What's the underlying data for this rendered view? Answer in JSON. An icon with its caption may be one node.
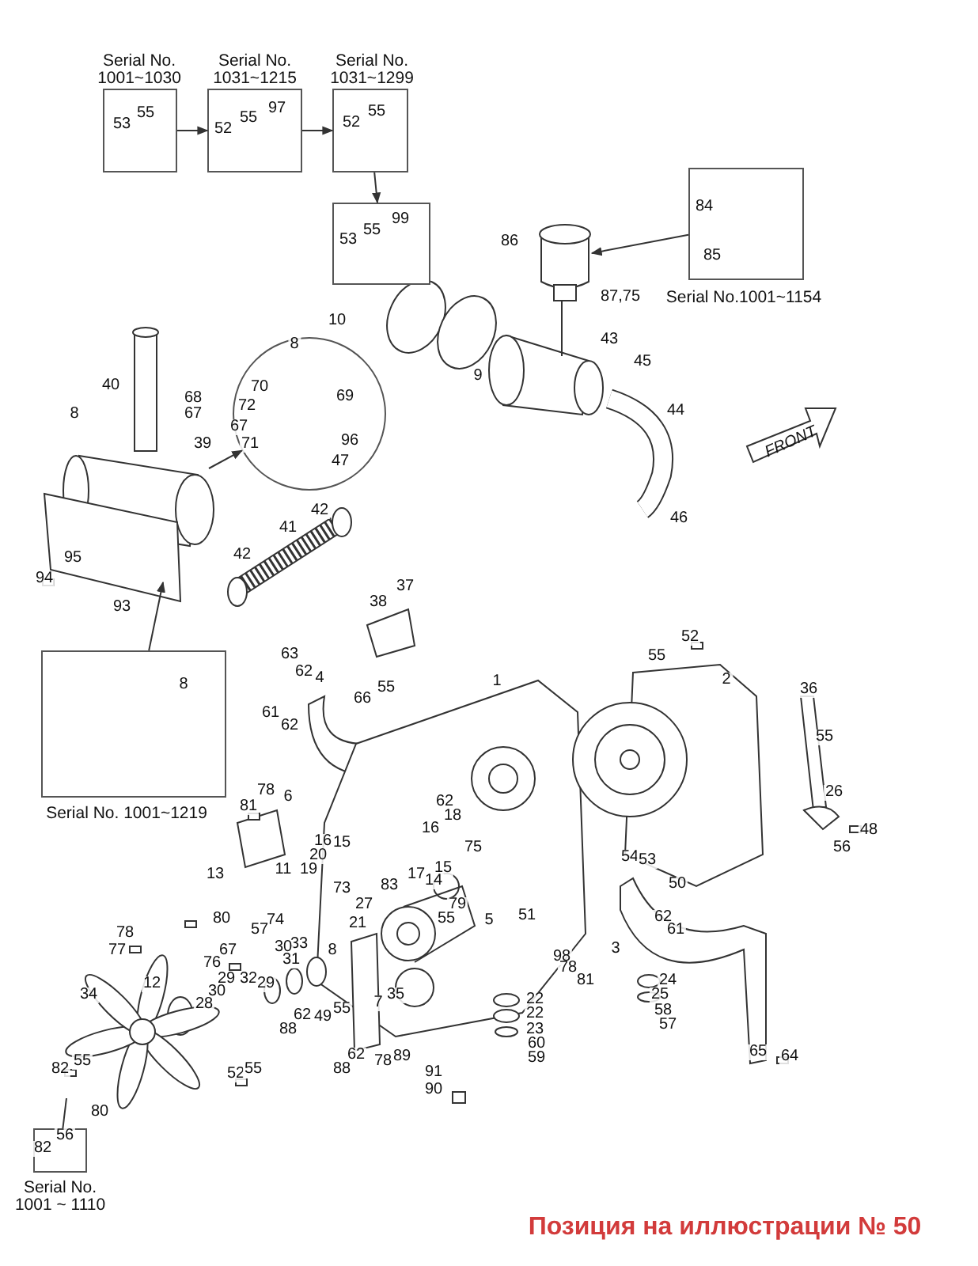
{
  "diagram": {
    "nodes": [
      {
        "text": [
          "Serial No. 1001~1030",
          "53",
          "55"
        ]
      },
      {
        "text": [
          "Serial No. 1031~1215",
          "52",
          "55",
          "97"
        ]
      },
      {
        "text": [
          "Serial No. 1031~1299",
          "52",
          "55"
        ]
      },
      {
        "text": [
          "53",
          "55",
          "99"
        ]
      },
      {
        "text": [
          "84",
          "85",
          "Serial No.1001~1154"
        ]
      },
      {
        "text": [
          "8",
          "70",
          "69",
          "72",
          "67",
          "71",
          "96",
          "47"
        ]
      },
      {
        "text": [
          "8",
          "Serial No. 1001~1219"
        ]
      },
      {
        "text": [
          "56",
          "82",
          "Serial No. 1001 ~ 1110"
        ]
      }
    ],
    "edges": [
      {
        "from": 0,
        "to": 1,
        "arrow": "to"
      },
      {
        "from": 1,
        "to": 2,
        "arrow": "to"
      },
      {
        "from": 2,
        "to": 3,
        "arrow": "to"
      },
      {
        "from": 4,
        "to": null,
        "arrow": "to"
      },
      {
        "from": null,
        "to": 5,
        "arrow": "to"
      },
      {
        "from": 6,
        "to": null,
        "arrow": "to"
      },
      {
        "from": 7,
        "to": null,
        "arrow": "none"
      }
    ],
    "labels": [
      "10",
      "86",
      "87,75",
      "9",
      "43",
      "40",
      "68",
      "67",
      "8",
      "39",
      "45",
      "44",
      "FRONT",
      "46",
      "42",
      "41",
      "42",
      "95",
      "94",
      "93",
      "38",
      "37",
      "63",
      "62",
      "4",
      "66",
      "55",
      "52",
      "55",
      "2",
      "1",
      "36",
      "61",
      "62",
      "55",
      "26",
      "48",
      "56",
      "81",
      "78",
      "6",
      "62",
      "18",
      "16",
      "75",
      "16",
      "15",
      "20",
      "19",
      "15",
      "17",
      "14",
      "13",
      "11",
      "73",
      "27",
      "83",
      "79",
      "55",
      "54",
      "53",
      "5",
      "50",
      "51",
      "62",
      "80",
      "74",
      "21",
      "57",
      "33",
      "8",
      "78",
      "77",
      "67",
      "61",
      "3",
      "98",
      "76",
      "12",
      "30",
      "31",
      "32",
      "29",
      "29",
      "30",
      "78",
      "81",
      "24",
      "28",
      "34",
      "7",
      "35",
      "55",
      "49",
      "62",
      "88",
      "25",
      "22",
      "22",
      "58",
      "57",
      "62",
      "88",
      "78",
      "89",
      "23",
      "60",
      "59",
      "65",
      "64",
      "52",
      "55",
      "82",
      "55",
      "91",
      "90",
      "80",
      "Позиция на иллюстрации № 50"
    ]
  }
}
